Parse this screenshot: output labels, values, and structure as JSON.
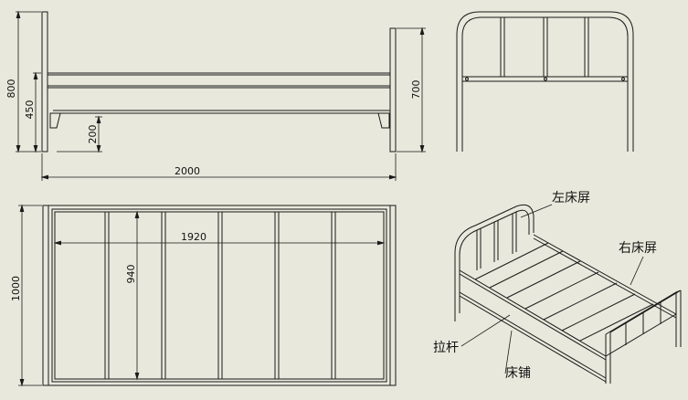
{
  "dimensions": {
    "height_headboard": "800",
    "height_rail": "450",
    "height_footboard": "700",
    "clearance": "200",
    "length_overall": "2000",
    "width_overall": "1000",
    "inner_length": "1920",
    "inner_width": "940"
  },
  "labels": {
    "left_headboard": "左床屏",
    "right_headboard": "右床屏",
    "tie_bar": "拉杆",
    "bed_board": "床铺"
  },
  "colors": {
    "background": "#e8e8dc",
    "line": "#1a1a1a"
  }
}
